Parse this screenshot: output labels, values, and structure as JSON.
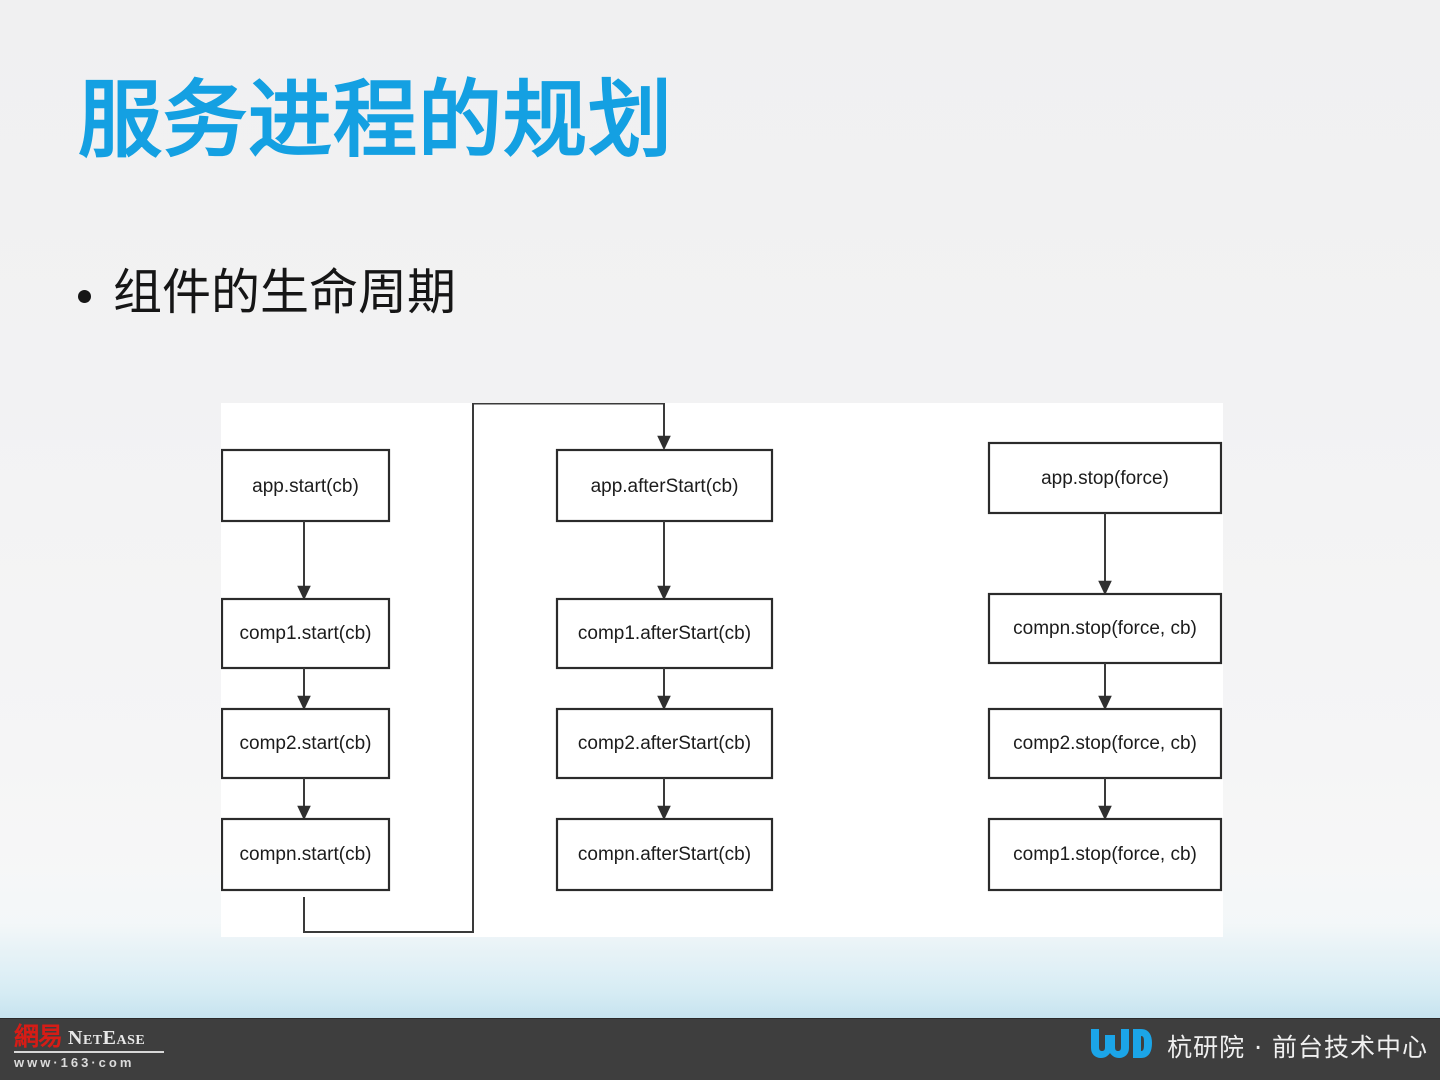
{
  "slide": {
    "title": "服务进程的规划",
    "title_color": "#14a0e2",
    "bullet": "组件的生命周期",
    "background_color": "#f2f2f3"
  },
  "diagram": {
    "type": "flowchart",
    "background_color": "#ffffff",
    "columns": [
      {
        "name": "start-column",
        "nodes": [
          "app.start(cb)",
          "comp1.start(cb)",
          "comp2.start(cb)",
          "compn.start(cb)"
        ]
      },
      {
        "name": "afterstart-column",
        "nodes": [
          "app.afterStart(cb)",
          "comp1.afterStart(cb)",
          "comp2.afterStart(cb)",
          "compn.afterStart(cb)"
        ]
      },
      {
        "name": "stop-column",
        "nodes": [
          "app.stop(force)",
          "compn.stop(force, cb)",
          "comp2.stop(force, cb)",
          "comp1.stop(force, cb)"
        ]
      }
    ],
    "loop_edge": "compn.start(cb) -> app.afterStart(cb)"
  },
  "footer": {
    "netease": {
      "cn": "網易",
      "en": "NetEase",
      "url": "www·163·com",
      "cn_color": "#d61c16"
    },
    "wd": {
      "mark": "wd-logo-icon",
      "text": "杭研院 · 前台技术中心",
      "mark_color": "#1ba5e8"
    }
  }
}
